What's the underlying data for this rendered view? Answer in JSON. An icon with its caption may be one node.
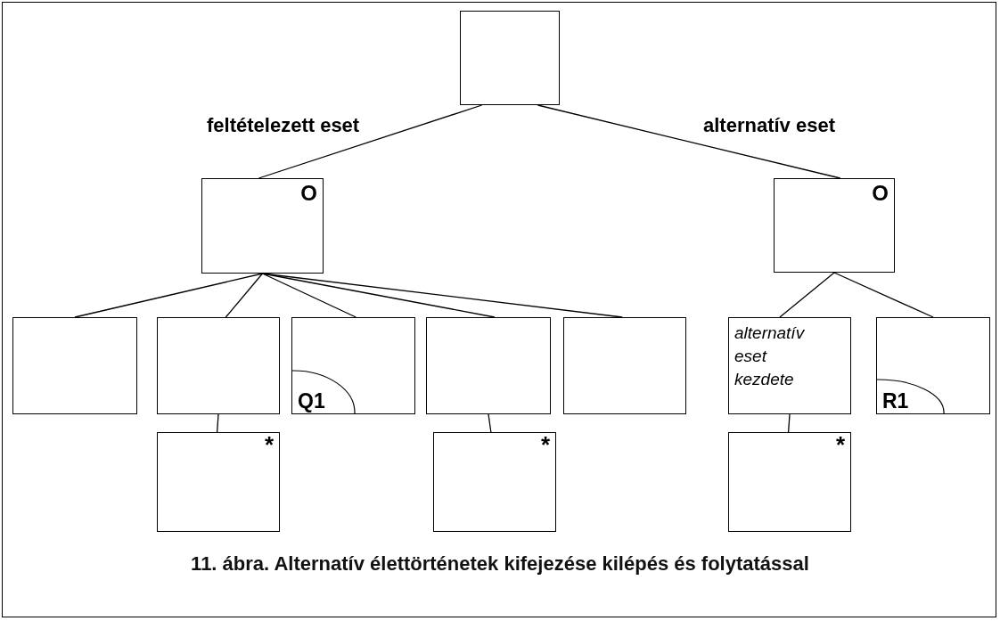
{
  "diagram": {
    "caption": "11. ábra. Alternatív élettörténetek kifejezése kilépés és folytatással",
    "nodes": [
      {
        "text": [],
        "shape": "box"
      },
      {
        "text": [
          "O"
        ]
      },
      {
        "text": [
          "O"
        ]
      },
      {
        "text": [],
        "shape": "box"
      },
      {
        "text": [],
        "shape": "box"
      },
      {
        "text": [
          "Q1"
        ]
      },
      {
        "text": [],
        "shape": "box"
      },
      {
        "text": [],
        "shape": "box"
      },
      {
        "text": [
          "alternatív eset kezdete"
        ]
      },
      {
        "text": [
          "R1"
        ]
      },
      {
        "text": [
          "*"
        ]
      },
      {
        "text": [
          "*"
        ]
      },
      {
        "text": [
          "*"
        ]
      }
    ],
    "edges": [
      {
        "from": 0,
        "to": 1,
        "arrow": "none",
        "label": "feltételezett eset"
      },
      {
        "from": 0,
        "to": 2,
        "arrow": "none",
        "label": "alternatív eset"
      },
      {
        "from": 1,
        "to": 3,
        "arrow": "none"
      },
      {
        "from": 1,
        "to": 4,
        "arrow": "none"
      },
      {
        "from": 1,
        "to": 5,
        "arrow": "none"
      },
      {
        "from": 1,
        "to": 6,
        "arrow": "none"
      },
      {
        "from": 1,
        "to": 7,
        "arrow": "none"
      },
      {
        "from": 2,
        "to": 8,
        "arrow": "none"
      },
      {
        "from": 2,
        "to": 9,
        "arrow": "none"
      },
      {
        "from": 4,
        "to": 10,
        "arrow": "none"
      },
      {
        "from": 6,
        "to": 11,
        "arrow": "none"
      },
      {
        "from": 8,
        "to": 12,
        "arrow": "none"
      }
    ]
  }
}
